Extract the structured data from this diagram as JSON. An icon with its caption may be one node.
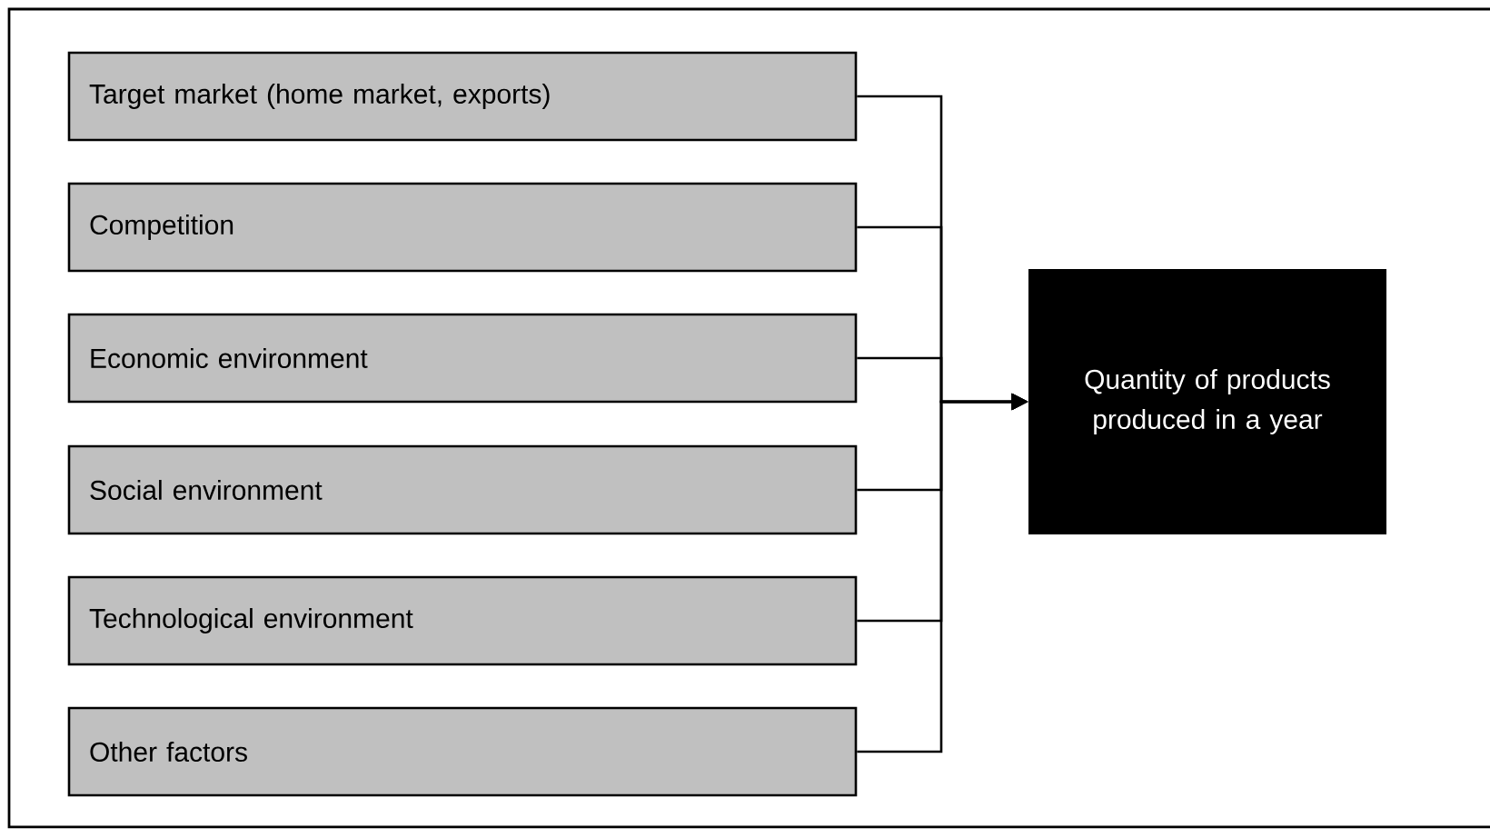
{
  "diagram": {
    "nodes": [
      {
        "text": [
          "Target market (home market, exports)"
        ]
      },
      {
        "text": [
          "Competition"
        ]
      },
      {
        "text": [
          "Economic environment"
        ]
      },
      {
        "text": [
          "Social environment"
        ]
      },
      {
        "text": [
          "Technological environment"
        ]
      },
      {
        "text": [
          "Other factors"
        ]
      },
      {
        "text": [
          "Quantity of products produced in a year"
        ]
      }
    ],
    "edges": [
      {
        "from": 0,
        "to": 6,
        "arrow": "to"
      },
      {
        "from": 1,
        "to": 6,
        "arrow": "to"
      },
      {
        "from": 2,
        "to": 6,
        "arrow": "to"
      },
      {
        "from": 3,
        "to": 6,
        "arrow": "to"
      },
      {
        "from": 4,
        "to": 6,
        "arrow": "to"
      },
      {
        "from": 5,
        "to": 6,
        "arrow": "to"
      }
    ]
  }
}
